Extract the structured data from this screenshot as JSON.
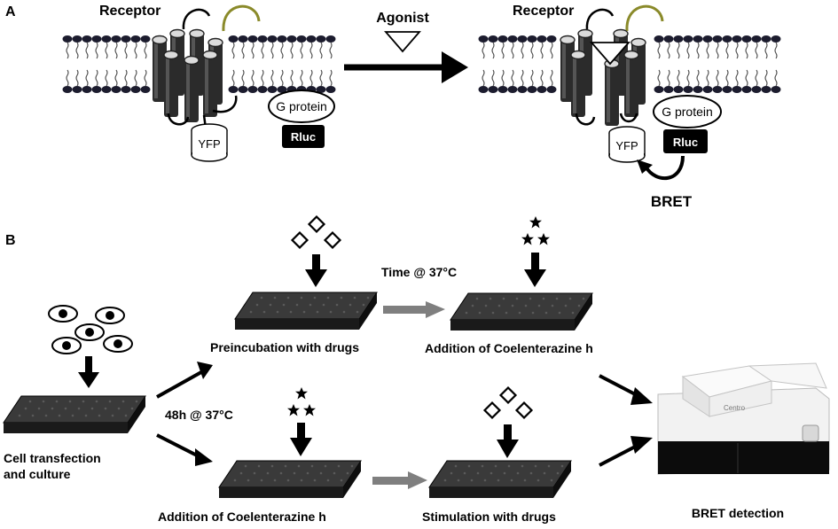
{
  "panel_a": {
    "label": "A",
    "left_receptor": "Receptor",
    "right_receptor": "Receptor",
    "agonist": "Agonist",
    "g_protein_left": "G protein",
    "g_protein_right": "G protein",
    "rluc_left": "Rluc",
    "rluc_right": "Rluc",
    "yfp_left": "YFP",
    "yfp_right": "YFP",
    "bret": "BRET"
  },
  "panel_b": {
    "label": "B",
    "time": "Time @ 37°C",
    "incubation": "48h @ 37°C",
    "cell_transfection_line1": "Cell transfection",
    "cell_transfection_line2": "and culture",
    "preincubation": "Preincubation with drugs",
    "addition_top": "Addition of Coelenterazine h",
    "addition_bottom": "Addition of Coelenterazine h",
    "stimulation": "Stimulation with drugs",
    "bret_detection": "BRET detection",
    "device_brand": "Centro"
  },
  "colors": {
    "lipid": "#1c1c2e",
    "plate": "#2a2a2a",
    "loop_olive": "#8a8a2a",
    "gray_arrow": "#7f7f7f"
  }
}
